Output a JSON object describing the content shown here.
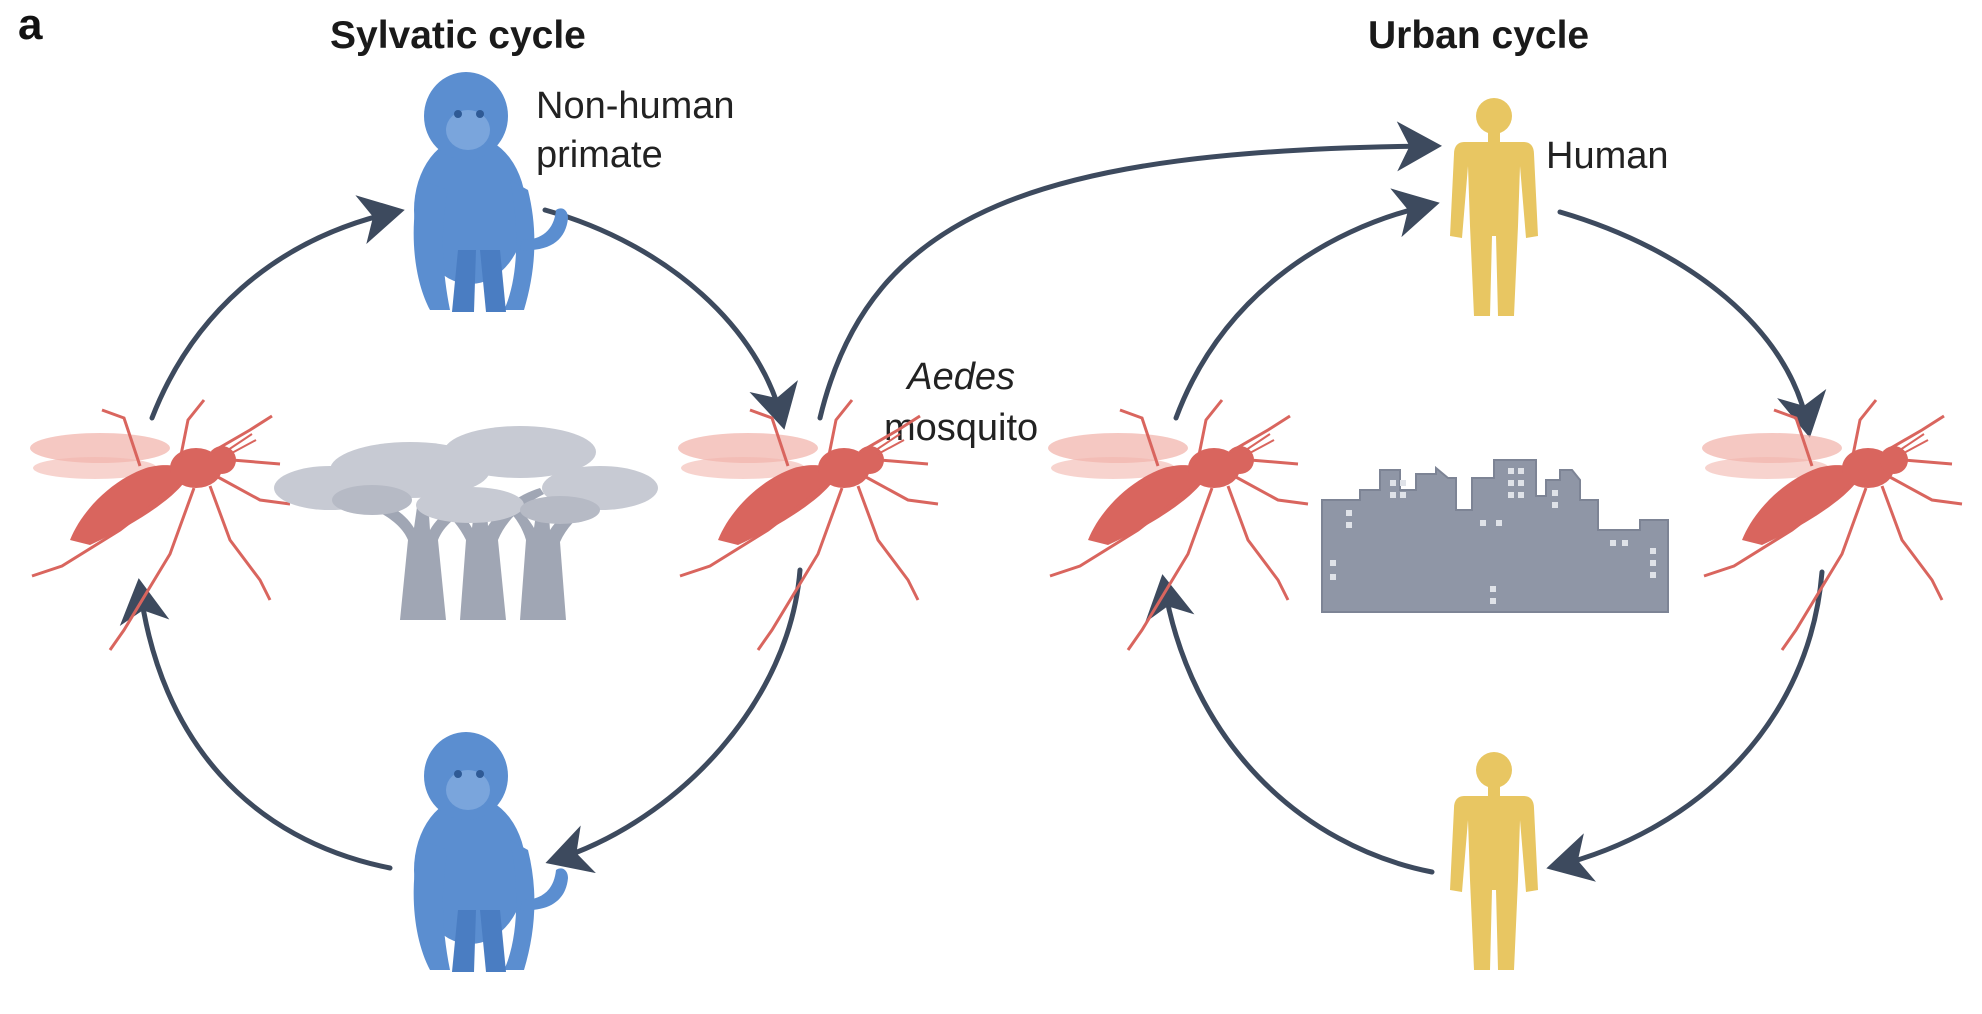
{
  "panel_label": "a",
  "sylvatic": {
    "title": "Sylvatic cycle",
    "host_label_line1": "Non-human",
    "host_label_line2": "primate"
  },
  "urban": {
    "title": "Urban cycle",
    "host_label": "Human"
  },
  "vector": {
    "genus": "Aedes",
    "common": "mosquito"
  },
  "colors": {
    "arrow": "#3d4a5e",
    "primate": "#5b8ed0",
    "human": "#e8c662",
    "mosquito": "#d9655e",
    "mosquito_wing": "#f2b5ae",
    "tree": "#a0a6b4",
    "tree_canopy": "#c7cad3",
    "city": "#8f96a6"
  }
}
